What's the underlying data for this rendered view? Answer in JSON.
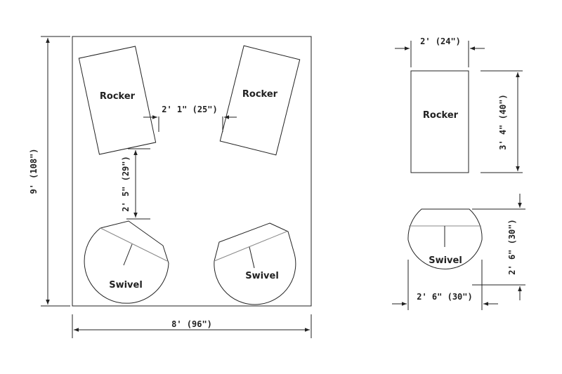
{
  "room": {
    "width_label": "8' (96\")",
    "height_label": "9' (108\")"
  },
  "layout": {
    "rocker_left_label": "Rocker",
    "rocker_right_label": "Rocker",
    "swivel_left_label": "Swivel",
    "swivel_right_label": "Swivel",
    "rocker_gap_label": "2' 1\" (25\")",
    "rocker_to_swivel_label": "2' 5\" (29\")"
  },
  "rocker_detail": {
    "name": "Rocker",
    "width_label": "2' (24\")",
    "depth_label": "3' 4\" (40\")"
  },
  "swivel_detail": {
    "name": "Swivel",
    "width_label": "2' 6\" (30\")",
    "depth_label": "2' 6\" (30\")"
  }
}
